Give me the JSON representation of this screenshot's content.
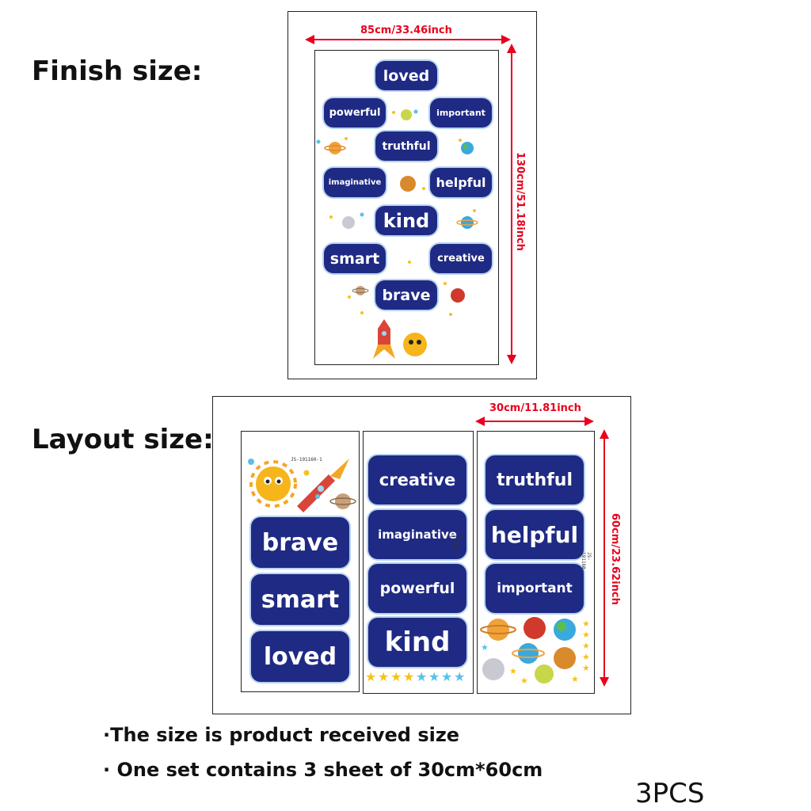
{
  "finish": {
    "heading": "Finish  size:",
    "width_label": "85cm/33.46inch",
    "height_label": "130cm/51.18inch",
    "words": [
      "loved",
      "powerful",
      "important",
      "truthful",
      "imaginative",
      "helpful",
      "kind",
      "smart",
      "creative",
      "brave"
    ]
  },
  "layout": {
    "heading": "Layout size:",
    "width_label": "30cm/11.81inch",
    "height_label": "60cm/23.62inch",
    "sheet1": {
      "code": "JS-191160-1",
      "words": [
        "brave",
        "smart",
        "loved"
      ]
    },
    "sheet2": {
      "code": "JS-191160-2",
      "words": [
        "creative",
        "imaginative",
        "powerful",
        "kind"
      ]
    },
    "sheet3": {
      "code": "JS-191160-3",
      "words": [
        "truthful",
        "helpful",
        "important"
      ]
    }
  },
  "notes": {
    "line1": "·The  size  is  product  received size",
    "line2": "· One set contains  3  sheet   of  30cm*60cm",
    "count": "3PCS"
  },
  "colors": {
    "pill": "#1f2a84",
    "pill_border": "#b8d4f0",
    "dimension": "#e8001c",
    "star_yellow": "#f5c21b",
    "star_blue": "#5bc0e8"
  },
  "icons": [
    "sun-icon",
    "rocket-icon",
    "planet-icon",
    "star-icon",
    "arrow-icon"
  ]
}
